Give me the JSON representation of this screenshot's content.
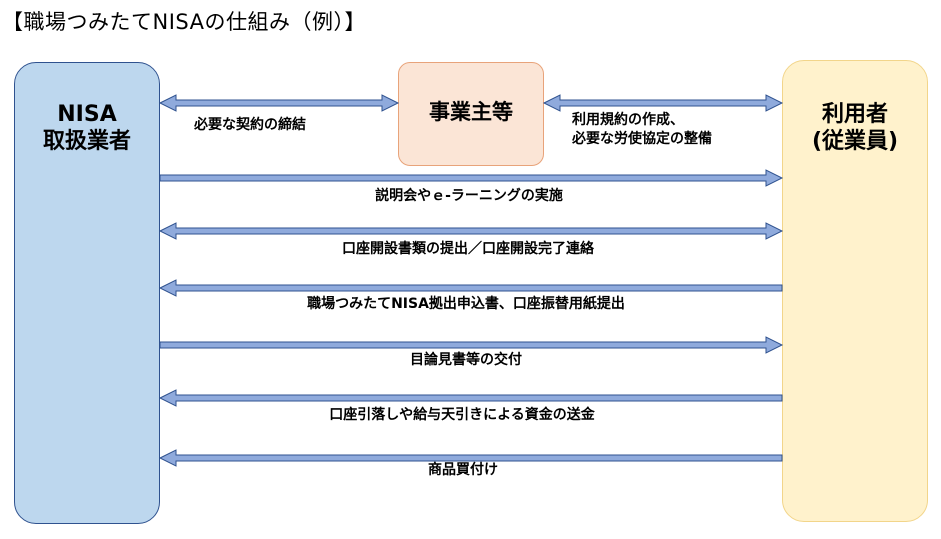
{
  "title": "【職場つみたてNISAの仕組み（例）】",
  "colors": {
    "left_fill": "#bdd7ee",
    "left_border": "#2f528f",
    "center_fill": "#fbe5d6",
    "center_border": "#e8a37a",
    "right_fill": "#fff2cc",
    "right_border": "#f2d58a",
    "arrow_fill": "#8faadc",
    "arrow_stroke": "#2f528f"
  },
  "nodes": {
    "provider": {
      "line1": "NISA",
      "line2": "取扱業者"
    },
    "employer": {
      "line1": "事業主等"
    },
    "user": {
      "line1": "利用者",
      "line2": "(従業員)"
    }
  },
  "flows": {
    "contract": {
      "label": "必要な契約の締結",
      "direction": "both"
    },
    "rules": {
      "line1": "利用規約の作成、",
      "line2": "必要な労使協定の整備",
      "direction": "both"
    },
    "seminar": {
      "label": "説明会やｅ-ラーニングの実施",
      "direction": "right"
    },
    "account_docs": {
      "label": "口座開設書類の提出／口座開設完了連絡",
      "direction": "both"
    },
    "application": {
      "label": "職場つみたてNISA拠出申込書、口座振替用紙提出",
      "direction": "left"
    },
    "prospectus": {
      "label": "目論見書等の交付",
      "direction": "right"
    },
    "payment": {
      "label": "口座引落しや給与天引きによる資金の送金",
      "direction": "left"
    },
    "purchase": {
      "label": "商品買付け",
      "direction": "left"
    }
  }
}
